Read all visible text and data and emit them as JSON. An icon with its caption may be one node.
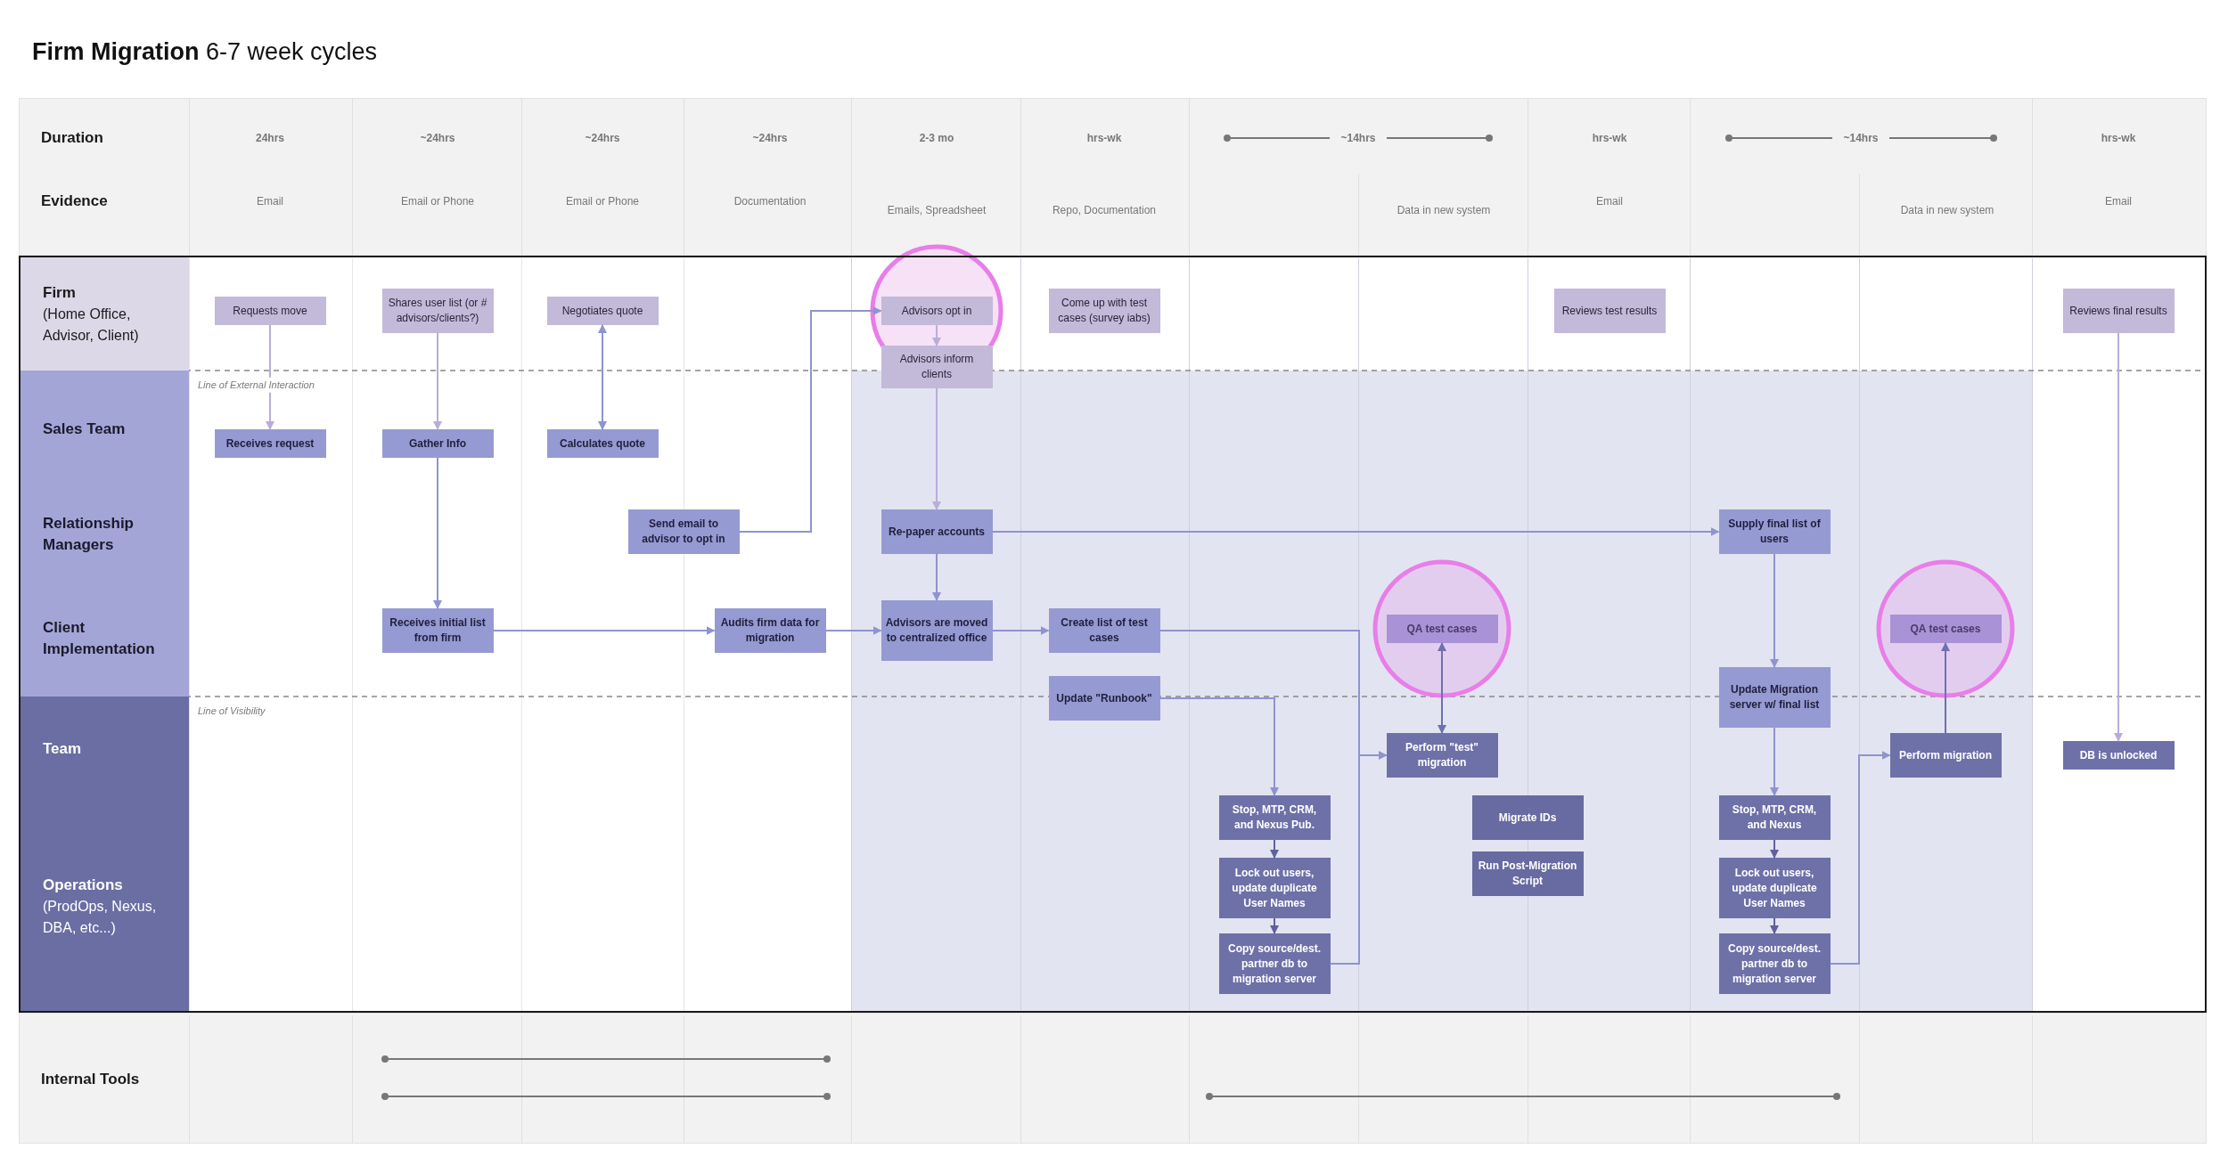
{
  "diagram": {
    "title": "**Firm Migration** 6-7 week cycles",
    "nodes": [
      {
        "text": [
          "Firm",
          "(Home Office, Advisor, Client)"
        ]
      },
      {
        "text": [
          "Sales Team"
        ]
      },
      {
        "text": [
          "Relationship Managers"
        ]
      },
      {
        "text": [
          "Client Implementation"
        ]
      },
      {
        "text": [
          "Team"
        ]
      },
      {
        "text": [
          "Operations",
          "(ProdOps, Nexus, DBA, etc...)"
        ]
      },
      {
        "text": [
          "Requests move"
        ]
      },
      {
        "text": [
          "Shares user list (or # advisors/clients?)"
        ]
      },
      {
        "text": [
          "Negotiates quote"
        ]
      },
      {
        "text": [
          "Advisors opt in"
        ]
      },
      {
        "text": [
          "Advisors inform clients"
        ]
      },
      {
        "text": [
          "Come up with test cases (survey iabs)"
        ]
      },
      {
        "text": [
          "Reviews test results"
        ]
      },
      {
        "text": [
          "Reviews final results"
        ]
      },
      {
        "text": [
          "Receives request"
        ]
      },
      {
        "text": [
          "Gather Info"
        ]
      },
      {
        "text": [
          "Calculates quote"
        ]
      },
      {
        "text": [
          "Send email to advisor to opt in"
        ]
      },
      {
        "text": [
          "Re-paper accounts"
        ]
      },
      {
        "text": [
          "Supply final list of users"
        ]
      },
      {
        "text": [
          "Receives initial list from firm"
        ]
      },
      {
        "text": [
          "Audits firm data for migration"
        ]
      },
      {
        "text": [
          "Advisors are moved to centralized office"
        ]
      },
      {
        "text": [
          "Create list of test cases"
        ]
      },
      {
        "text": [
          "QA test cases"
        ]
      },
      {
        "text": [
          "QA test cases"
        ]
      },
      {
        "text": [
          "Update \"Runbook\""
        ]
      },
      {
        "text": [
          "Update Migration server w/ final list"
        ]
      },
      {
        "text": [
          "Perform \"test\" migration"
        ]
      },
      {
        "text": [
          "Perform migration"
        ]
      },
      {
        "text": [
          "DB is unlocked"
        ]
      },
      {
        "text": [
          "Stop, MTP, CRM, and Nexus Pub."
        ]
      },
      {
        "text": [
          "Lock out users, update duplicate User Names"
        ]
      },
      {
        "text": [
          "Copy source/dest. partner db to migration server"
        ]
      },
      {
        "text": [
          "Migrate IDs"
        ]
      },
      {
        "text": [
          "Run Post-Migration Script"
        ]
      },
      {
        "text": [
          "Stop, MTP, CRM, and Nexus"
        ]
      },
      {
        "text": [
          "Lock out users, update duplicate User Names"
        ]
      },
      {
        "text": [
          "Copy source/dest. partner db to migration server"
        ]
      }
    ],
    "edges": [
      {
        "from": 6,
        "to": 14,
        "arrow": "to",
        "color": "#b9add8"
      },
      {
        "from": 7,
        "to": 15,
        "arrow": "to",
        "color": "#b9add8"
      },
      {
        "from": 16,
        "to": 8,
        "arrow": "both"
      },
      {
        "from": 15,
        "to": 20,
        "arrow": "to"
      },
      {
        "from": 17,
        "to": 9,
        "arrow": "to"
      },
      {
        "from": 9,
        "to": 10,
        "arrow": "to",
        "color": "#b9add8"
      },
      {
        "from": 10,
        "to": 18,
        "arrow": "to",
        "color": "#b9add8"
      },
      {
        "from": 18,
        "to": 22,
        "arrow": "to"
      },
      {
        "from": 18,
        "to": 19,
        "arrow": "to"
      },
      {
        "from": 20,
        "to": 21,
        "arrow": "to"
      },
      {
        "from": 21,
        "to": 22,
        "arrow": "to"
      },
      {
        "from": 22,
        "to": 23,
        "arrow": "to"
      },
      {
        "from": 23,
        "to": 28,
        "arrow": "to"
      },
      {
        "from": 33,
        "to": 28,
        "arrow": "to"
      },
      {
        "from": 26,
        "to": 31,
        "arrow": "to"
      },
      {
        "from": 31,
        "to": 32,
        "arrow": "to",
        "color": "#5f619e"
      },
      {
        "from": 32,
        "to": 33,
        "arrow": "to",
        "color": "#5f619e"
      },
      {
        "from": 28,
        "to": 24,
        "arrow": "both",
        "color": "#6e70b0"
      },
      {
        "from": 19,
        "to": 27,
        "arrow": "to"
      },
      {
        "from": 27,
        "to": 36,
        "arrow": "to"
      },
      {
        "from": 36,
        "to": 37,
        "arrow": "to",
        "color": "#5f619e"
      },
      {
        "from": 37,
        "to": 38,
        "arrow": "to",
        "color": "#5f619e"
      },
      {
        "from": 38,
        "to": 29,
        "arrow": "to"
      },
      {
        "from": 29,
        "to": 25,
        "arrow": "to",
        "color": "#6e70b0"
      },
      {
        "from": 13,
        "to": 30,
        "arrow": "to",
        "color": "#b9add8"
      }
    ],
    "labels": [
      "Duration",
      "24hrs",
      "~24hrs",
      "~24hrs",
      "~24hrs",
      "2-3 mo",
      "hrs-wk",
      "~14hrs",
      "hrs-wk",
      "~14hrs",
      "hrs-wk",
      "Evidence",
      "Email",
      "Email or Phone",
      "Email or Phone",
      "Documentation",
      "Emails, Spreadsheet",
      "Repo, Documentation",
      "Data in new system",
      "Email",
      "Data in new system",
      "Email",
      "Line of External Interaction",
      "Line of Visibility",
      "Internal Tools"
    ]
  }
}
